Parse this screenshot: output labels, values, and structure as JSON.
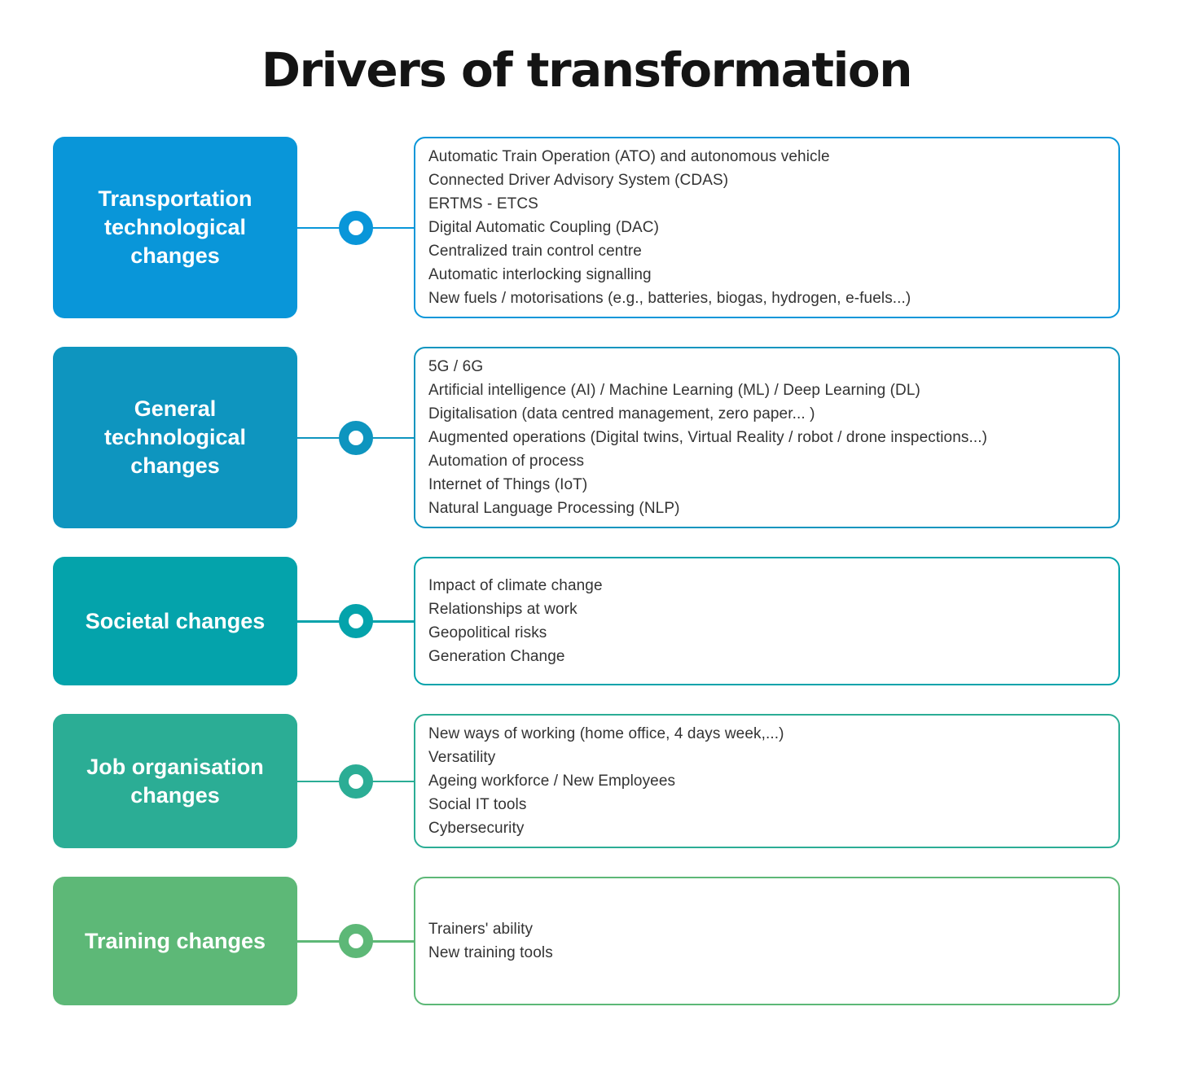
{
  "title": "Drivers of transformation",
  "rows": [
    {
      "label": "Transportation technological changes",
      "color": "#0996D9",
      "items": [
        "Automatic Train Operation (ATO) and autonomous vehicle",
        "Connected Driver Advisory System (CDAS)",
        "ERTMS - ETCS",
        "Digital Automatic Coupling (DAC)",
        "Centralized train control centre",
        "Automatic interlocking signalling",
        "New fuels / motorisations (e.g., batteries, biogas, hydrogen, e-fuels...)"
      ]
    },
    {
      "label": "General technological changes",
      "color": "#0E95BF",
      "items": [
        "5G / 6G",
        "Artificial intelligence (AI) / Machine Learning (ML) / Deep Learning (DL)",
        "Digitalisation (data centred management, zero paper... )",
        "Augmented operations (Digital twins, Virtual Reality / robot / drone inspections...)",
        "Automation of process",
        "Internet of Things (IoT)",
        "Natural Language Processing (NLP)"
      ]
    },
    {
      "label": "Societal changes",
      "color": "#04A3AB",
      "items": [
        "Impact of climate change",
        "Relationships at work",
        "Geopolitical risks",
        "Generation Change"
      ]
    },
    {
      "label": "Job organisation changes",
      "color": "#2BAD95",
      "items": [
        "New ways of working (home office, 4 days week,...)",
        "Versatility",
        "Ageing workforce / New Employees",
        "Social IT tools",
        "Cybersecurity"
      ]
    },
    {
      "label": "Training changes",
      "color": "#5DB877",
      "items": [
        "Trainers' ability",
        "New training tools"
      ]
    }
  ]
}
